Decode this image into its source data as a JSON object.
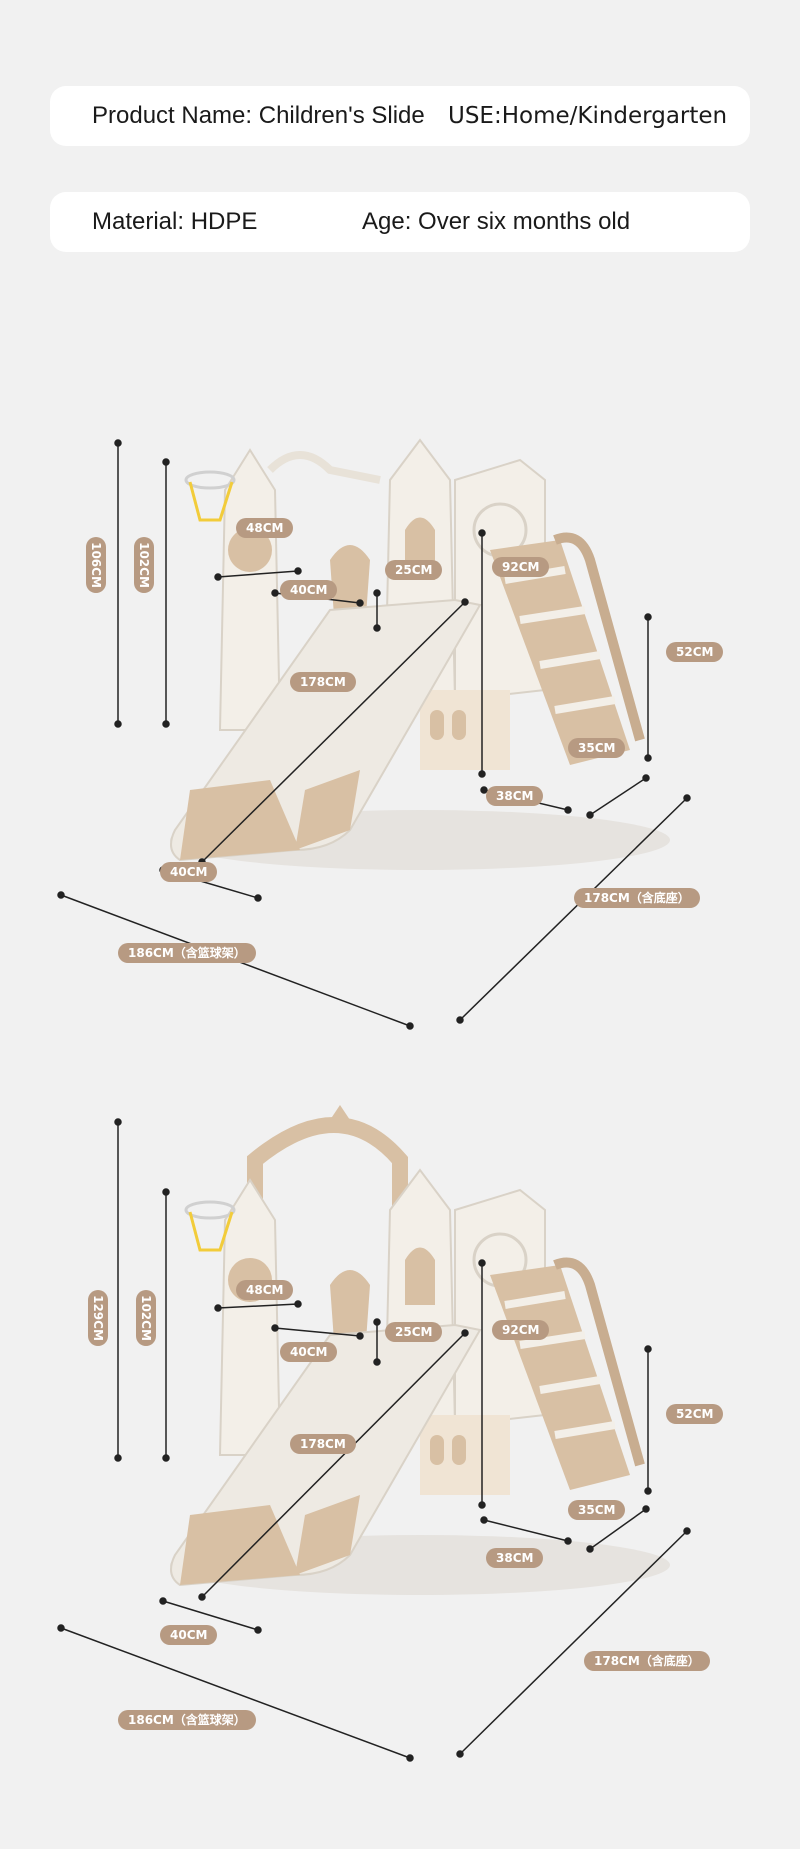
{
  "info": {
    "product_name": "Product Name: Children's Slide",
    "use": "USE:Home/Kindergarten",
    "material": "Material: HDPE",
    "age": "Age: Over six months old"
  },
  "diagrams": [
    {
      "height_total": "106CM",
      "height_deck": "102CM",
      "dim_48": "48CM",
      "dim_40_top": "40CM",
      "dim_25": "25CM",
      "dim_92": "92CM",
      "dim_52": "52CM",
      "dim_178_slide": "178CM",
      "dim_35": "35CM",
      "dim_38": "38CM",
      "dim_40_bottom": "40CM",
      "dim_178_base": "178CM（含底座）",
      "dim_186": "186CM（含篮球架）"
    },
    {
      "height_total": "129CM",
      "height_deck": "102CM",
      "dim_48": "48CM",
      "dim_40_top": "40CM",
      "dim_25": "25CM",
      "dim_92": "92CM",
      "dim_52": "52CM",
      "dim_178_slide": "178CM",
      "dim_35": "35CM",
      "dim_38": "38CM",
      "dim_40_bottom": "40CM",
      "dim_178_base": "178CM（含底座）",
      "dim_186": "186CM（含篮球架）"
    }
  ],
  "colors": {
    "background": "#f1f1f1",
    "label_bg": "#b79a82",
    "beige": "#d8c0a4",
    "cream": "#f3efe8",
    "hoop_net": "#f2cc3a"
  }
}
